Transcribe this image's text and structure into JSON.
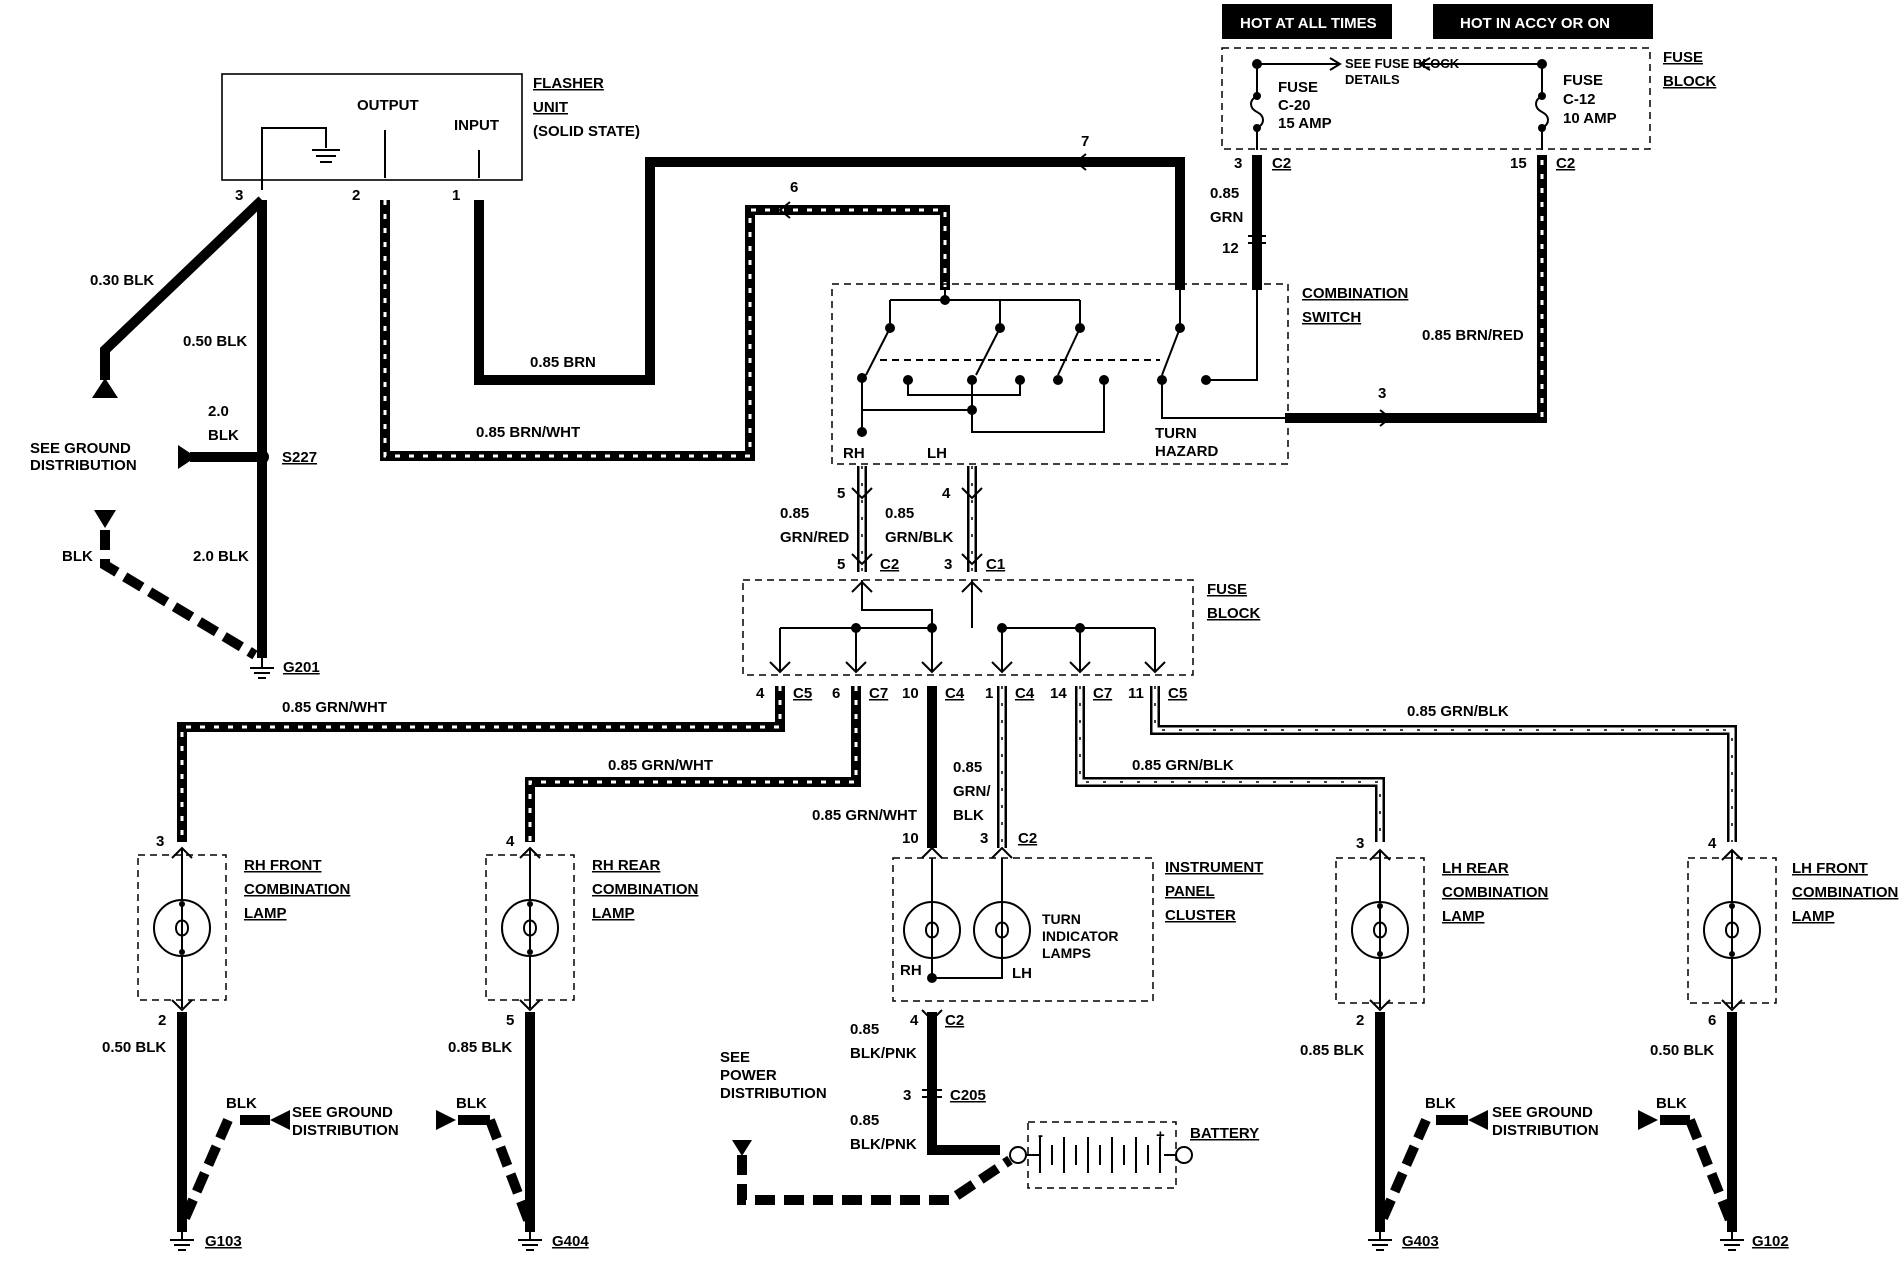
{
  "banner": {
    "hot_at_all_times": "HOT AT ALL TIMES",
    "hot_in_accy_or_on": "HOT IN ACCY OR ON"
  },
  "flasher": {
    "title_lines": [
      "FLASHER",
      "UNIT",
      "(SOLID STATE)"
    ],
    "output": "OUTPUT",
    "input": "INPUT",
    "pins": [
      "3",
      "2",
      "1"
    ]
  },
  "fuse_block_top": {
    "title_lines": [
      "FUSE",
      "BLOCK"
    ],
    "see_details": [
      "SEE FUSE BLOCK",
      "DETAILS"
    ],
    "fuse_c20": [
      "FUSE",
      "C-20",
      "15 AMP"
    ],
    "fuse_c12": [
      "FUSE",
      "C-12",
      "10 AMP"
    ],
    "pin_left": "3",
    "conn_left": "C2",
    "pin_right": "15",
    "conn_right": "C2"
  },
  "combination_switch": {
    "title_lines": [
      "COMBINATION",
      "SWITCH"
    ],
    "rh": "RH",
    "lh": "LH",
    "turn_hazard": [
      "TURN",
      "HAZARD"
    ],
    "pin_top": "12",
    "pin_out_7": "7",
    "pin_out_6": "6",
    "pin_out_3": "3",
    "pin_out_5": "5",
    "pin_out_4": "4"
  },
  "wires": {
    "w030blk": "0.30 BLK",
    "w050blk": "0.50 BLK",
    "w20blk": [
      "2.0",
      "BLK"
    ],
    "w20blk_b": "2.0 BLK",
    "blk": "BLK",
    "w085brn": "0.85 BRN",
    "w085brnwht": "0.85 BRN/WHT",
    "w085grn": [
      "0.85",
      "GRN"
    ],
    "w085brnred": "0.85 BRN/RED",
    "w085grnred": [
      "0.85",
      "GRN/RED"
    ],
    "w085grnblk": [
      "0.85",
      "GRN/BLK"
    ],
    "w085grnwht_1": "0.85 GRN/WHT",
    "w085grnwht_2": "0.85 GRN/WHT",
    "w085grnwht_3": "0.85 GRN/WHT",
    "w085grnblk_h1": "0.85 GRN/BLK",
    "w085grnblk_h2": "0.85 GRN/BLK",
    "w085grnblk_v": [
      "0.85",
      "GRN/",
      "BLK"
    ],
    "w050blk_rhf": "0.50 BLK",
    "w085blk_rhr": "0.85 BLK",
    "w085blk_lhr": "0.85 BLK",
    "w050blk_lhf": "0.50 BLK",
    "w085blkpnk_1": [
      "0.85",
      "BLK/PNK"
    ],
    "w085blkpnk_2": [
      "0.85",
      "BLK/PNK"
    ]
  },
  "ground_refs": {
    "see_ground": [
      "SEE GROUND",
      "DISTRIBUTION"
    ],
    "see_power": [
      "SEE",
      "POWER",
      "DISTRIBUTION"
    ],
    "s227": "S227",
    "g201": "G201",
    "g103": "G103",
    "g404": "G404",
    "g403": "G403",
    "g102": "G102"
  },
  "fuse_block_mid": {
    "title_lines": [
      "FUSE",
      "BLOCK"
    ],
    "in_pin_5": "5",
    "in_conn_c2": "C2",
    "in_pin_3": "3",
    "in_conn_c1": "C1",
    "out": [
      {
        "pin": "4",
        "conn": "C5"
      },
      {
        "pin": "6",
        "conn": "C7"
      },
      {
        "pin": "10",
        "conn": "C4"
      },
      {
        "pin": "1",
        "conn": "C4"
      },
      {
        "pin": "14",
        "conn": "C7"
      },
      {
        "pin": "11",
        "conn": "C5"
      }
    ]
  },
  "lamps": {
    "rh_front": [
      "RH FRONT",
      "COMBINATION",
      "LAMP"
    ],
    "rh_rear": [
      "RH REAR",
      "COMBINATION",
      "LAMP"
    ],
    "lh_rear": [
      "LH REAR",
      "COMBINATION",
      "LAMP"
    ],
    "lh_front": [
      "LH FRONT",
      "COMBINATION",
      "LAMP"
    ],
    "rhf_pins": [
      "3",
      "2"
    ],
    "rhr_pins": [
      "4",
      "5"
    ],
    "lhr_pins": [
      "3",
      "2"
    ],
    "lhf_pins": [
      "4",
      "6"
    ]
  },
  "cluster": {
    "title_lines": [
      "INSTRUMENT",
      "PANEL",
      "CLUSTER"
    ],
    "turn_lamps": [
      "TURN",
      "INDICATOR",
      "LAMPS"
    ],
    "rh": "RH",
    "lh": "LH",
    "pin_10": "10",
    "pin_3": "3",
    "conn_c2": "C2",
    "pin_4": "4",
    "conn_c2b": "C2",
    "pin_3b": "3",
    "conn_c205": "C205"
  },
  "battery": {
    "label": "BATTERY",
    "neg": "-",
    "pos": "+"
  }
}
